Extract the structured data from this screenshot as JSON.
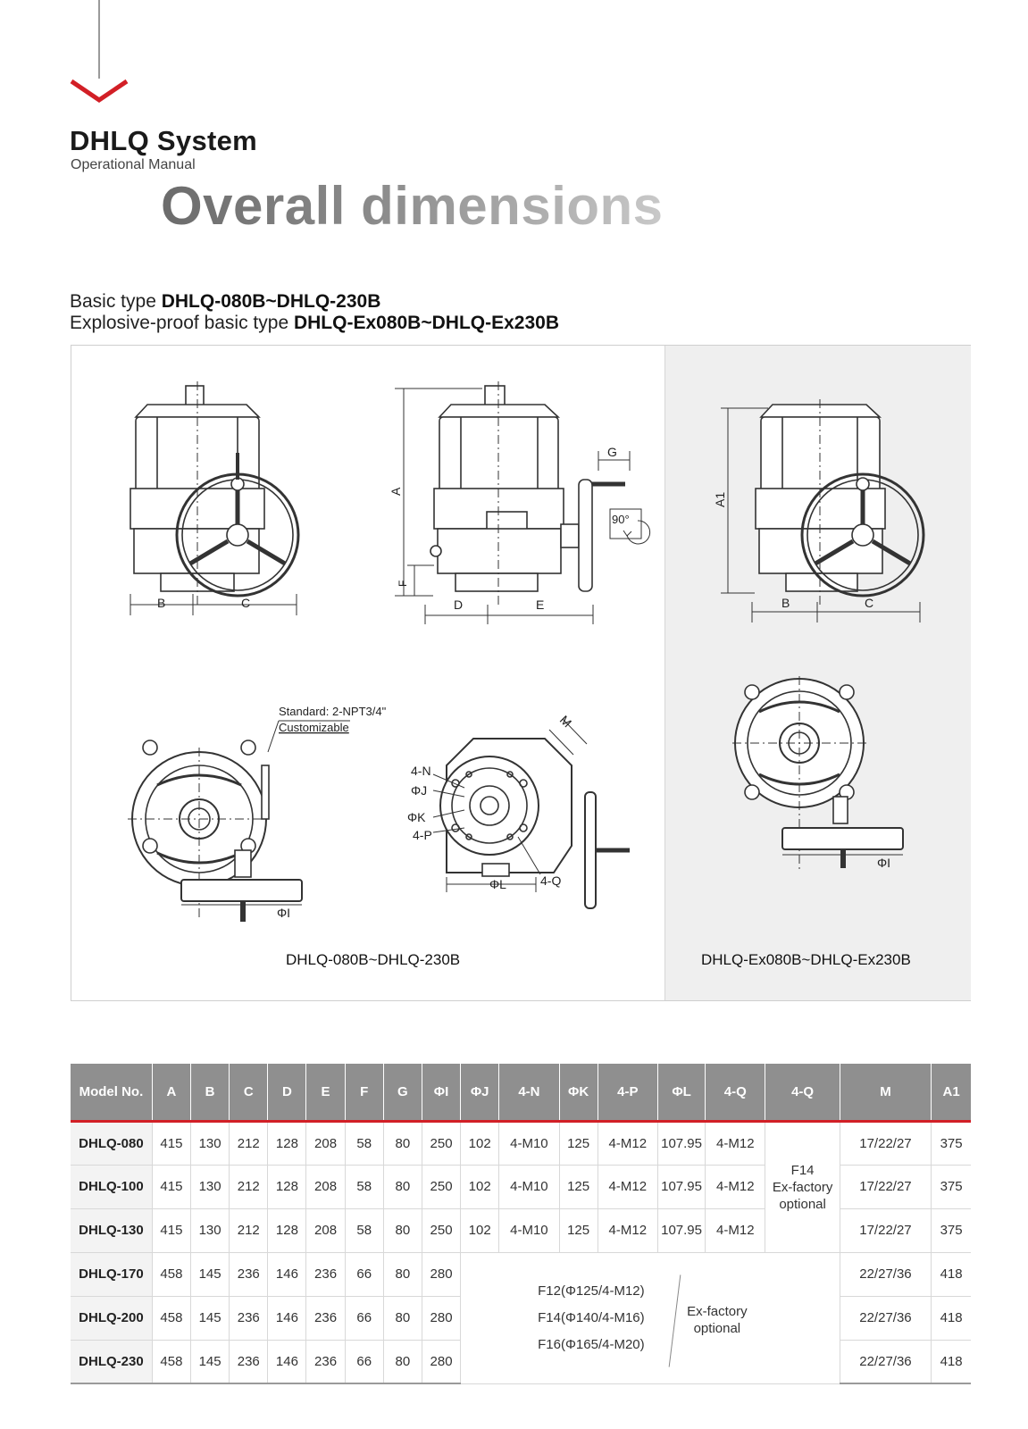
{
  "header": {
    "brand_title": "DHLQ  System",
    "brand_subtitle": "Operational Manual",
    "heading": "Overall dimensions"
  },
  "types": {
    "basic_prefix": "Basic type ",
    "basic_models": "DHLQ-080B~DHLQ-230B",
    "explosive_prefix": "Explosive-proof basic type ",
    "explosive_models": "DHLQ-Ex080B~DHLQ-Ex230B"
  },
  "figure": {
    "caption_left": "DHLQ-080B~DHLQ-230B",
    "caption_right": "DHLQ-Ex080B~DHLQ-Ex230B",
    "callout_line1": "Standard: 2-NPT3/4\"",
    "callout_line2": "Customizable",
    "labels": {
      "B": "B",
      "C": "C",
      "A": "A",
      "D": "D",
      "E": "E",
      "F": "F",
      "G": "G",
      "A1": "A1",
      "angle": "90°",
      "M": "M",
      "N4": "4-N",
      "PhiJ": "ΦJ",
      "PhiK": "ΦK",
      "P4": "4-P",
      "PhiL": "ΦL",
      "Q4": "4-Q",
      "PhiI": "ΦI"
    }
  },
  "table": {
    "headers": [
      "Model No.",
      "A",
      "B",
      "C",
      "D",
      "E",
      "F",
      "G",
      "ΦI",
      "ΦJ",
      "4-N",
      "ΦK",
      "4-P",
      "ΦL",
      "4-Q",
      "4-Q",
      "M",
      "A1"
    ],
    "rows_small": [
      [
        "DHLQ-080",
        "415",
        "130",
        "212",
        "128",
        "208",
        "58",
        "80",
        "250",
        "102",
        "4-M10",
        "125",
        "4-M12",
        "107.95",
        "4-M12",
        "17/22/27",
        "375"
      ],
      [
        "DHLQ-100",
        "415",
        "130",
        "212",
        "128",
        "208",
        "58",
        "80",
        "250",
        "102",
        "4-M10",
        "125",
        "4-M12",
        "107.95",
        "4-M12",
        "17/22/27",
        "375"
      ],
      [
        "DHLQ-130",
        "415",
        "130",
        "212",
        "128",
        "208",
        "58",
        "80",
        "250",
        "102",
        "4-M10",
        "125",
        "4-M12",
        "107.95",
        "4-M12",
        "17/22/27",
        "375"
      ]
    ],
    "merged_4q": [
      "F14",
      "Ex-factory",
      "optional"
    ],
    "rows_large": [
      [
        "DHLQ-170",
        "458",
        "145",
        "236",
        "146",
        "236",
        "66",
        "80",
        "280",
        "22/27/36",
        "418"
      ],
      [
        "DHLQ-200",
        "458",
        "145",
        "236",
        "146",
        "236",
        "66",
        "80",
        "280",
        "22/27/36",
        "418"
      ],
      [
        "DHLQ-230",
        "458",
        "145",
        "236",
        "146",
        "236",
        "66",
        "80",
        "280",
        "22/27/36",
        "418"
      ]
    ],
    "flange_options": [
      "F12(Φ125/4-M12)",
      "F14(Φ140/4-M16)",
      "F16(Φ165/4-M20)"
    ],
    "flange_note": [
      "Ex-factory",
      "optional"
    ]
  },
  "colors": {
    "accent_red": "#d21f26",
    "header_gray": "#8f8f8f",
    "panel_gray": "#efefef"
  }
}
